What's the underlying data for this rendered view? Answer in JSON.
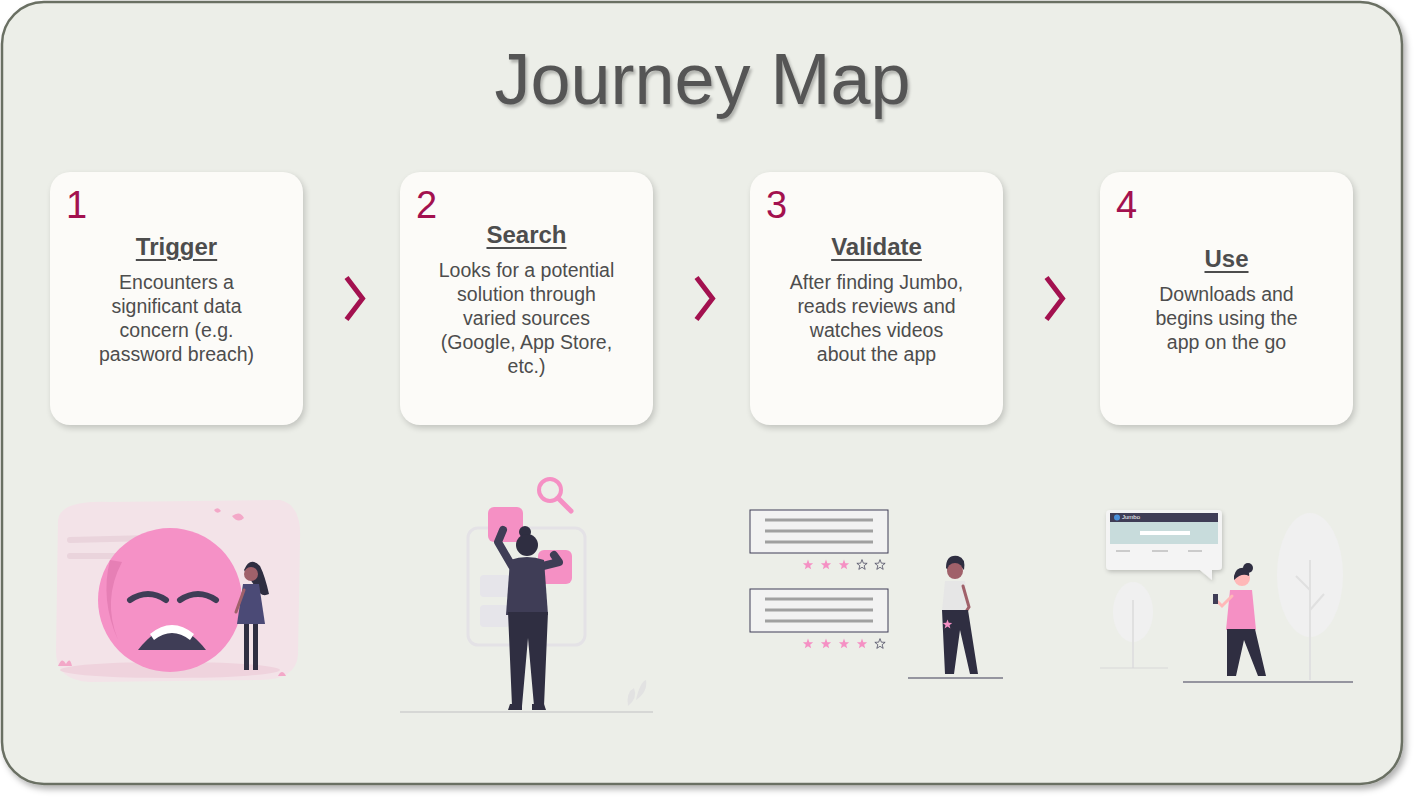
{
  "diagram": {
    "title": "Journey Map",
    "nodes": [
      {
        "text": [
          "1",
          "Trigger",
          "Encounters a significant data concern (e.g. password breach)"
        ]
      },
      {
        "text": [
          "2",
          "Search",
          "Looks for a potential solution through varied sources (Google, App Store, etc.)"
        ]
      },
      {
        "text": [
          "3",
          "Validate",
          "After finding Jumbo, reads reviews and watches videos about the app"
        ]
      },
      {
        "text": [
          "4",
          "Use",
          "Downloads and begins using the app on the go"
        ]
      }
    ],
    "edges": [
      {
        "from": 0,
        "to": 1,
        "arrow": "to"
      },
      {
        "from": 1,
        "to": 2,
        "arrow": "to"
      },
      {
        "from": 2,
        "to": 3,
        "arrow": "to"
      }
    ],
    "labels": [
      "Jumbo"
    ]
  }
}
